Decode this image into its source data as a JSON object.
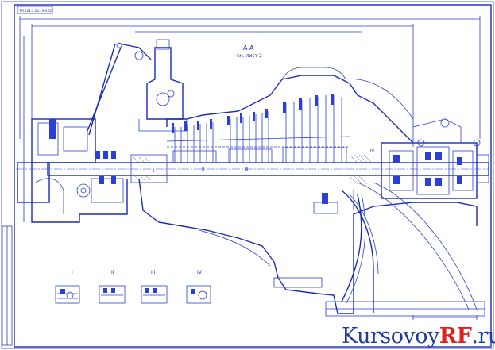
{
  "drawing": {
    "section_label": "A-A",
    "section_ref": "см. лист 2",
    "stamp_code": "ТМ 101.2.04.19.0.00",
    "stage_marks": [
      "I",
      "II",
      "III",
      "IV"
    ],
    "detail_labels": [
      "I",
      "II",
      "III",
      "IV"
    ]
  },
  "watermark": {
    "part1": "Kursovoy",
    "part2": "RF",
    "part3": ".ru"
  },
  "colors": {
    "line": "#2b3fd6",
    "background": "#ffffff",
    "watermark_blue": "#1f3a9e",
    "watermark_red": "#e0201c"
  }
}
